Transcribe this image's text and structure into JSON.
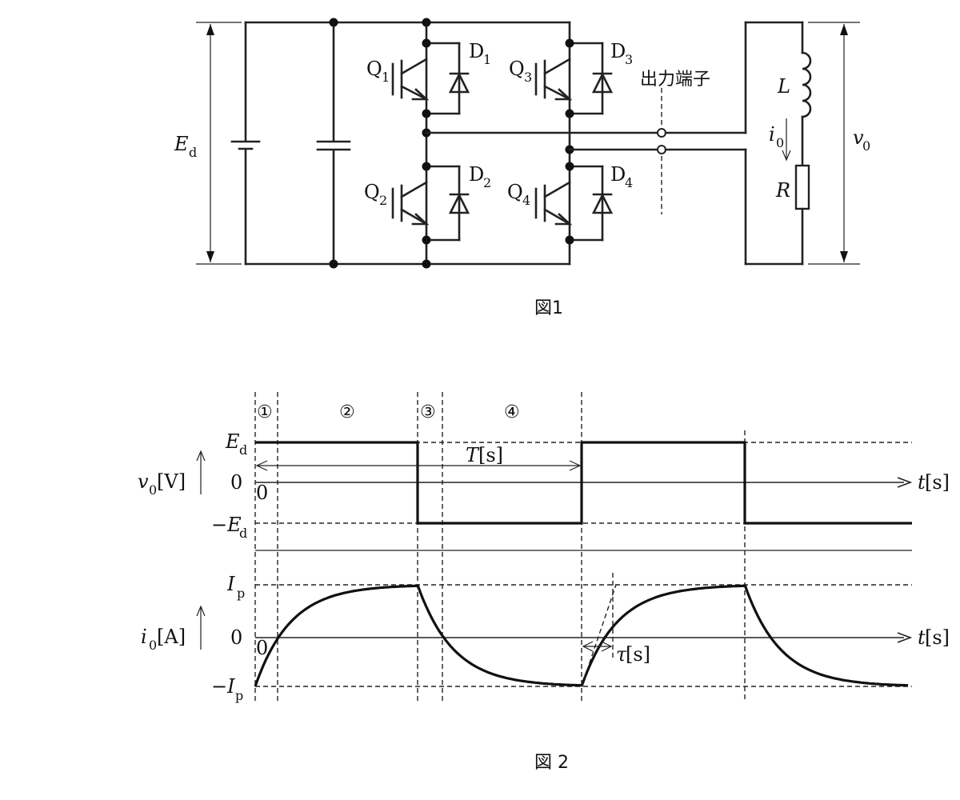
{
  "figure1": {
    "caption": "図1",
    "source_label": "E",
    "source_sub": "d",
    "switches": [
      {
        "q": "Q",
        "q_sub": "1",
        "d": "D",
        "d_sub": "1"
      },
      {
        "q": "Q",
        "q_sub": "2",
        "d": "D",
        "d_sub": "2"
      },
      {
        "q": "Q",
        "q_sub": "3",
        "d": "D",
        "d_sub": "3"
      },
      {
        "q": "Q",
        "q_sub": "4",
        "d": "D",
        "d_sub": "4"
      }
    ],
    "terminal_label": "出力端子",
    "load": {
      "inductor": "L",
      "resistor": "R",
      "current": "i",
      "current_sub": "0",
      "voltage": "v",
      "voltage_sub": "0"
    }
  },
  "figure2": {
    "caption": "図 2",
    "intervals": [
      "①",
      "②",
      "③",
      "④"
    ],
    "voltage_plot": {
      "ylabel": "v",
      "ylabel_sub": "0",
      "yunit": "[V]",
      "ticks": {
        "top": "E",
        "top_sub": "d",
        "zero": "0",
        "bottom": "−E",
        "bottom_sub": "d"
      },
      "xlabel": "t",
      "xunit": "[s]",
      "origin": "0",
      "period_label": "T",
      "period_unit": "[s]"
    },
    "current_plot": {
      "ylabel": "i",
      "ylabel_sub": "0",
      "yunit": "[A]",
      "ticks": {
        "top": "I",
        "top_sub": "p",
        "zero": "0",
        "bottom": "−I",
        "bottom_sub": "p"
      },
      "xlabel": "t",
      "xunit": "[s]",
      "origin": "0",
      "tau_label": "τ",
      "tau_unit": "[s]"
    }
  }
}
